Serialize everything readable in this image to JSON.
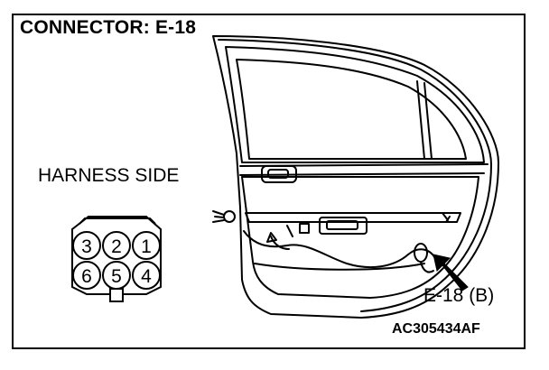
{
  "title": "CONNECTOR: E-18",
  "view_label": "HARNESS SIDE",
  "connector_callout": "E-18 (B)",
  "figure_code": "AC305434AF",
  "connector": {
    "top_row": [
      "3",
      "2",
      "1"
    ],
    "bottom_row": [
      "6",
      "5",
      "4"
    ]
  }
}
